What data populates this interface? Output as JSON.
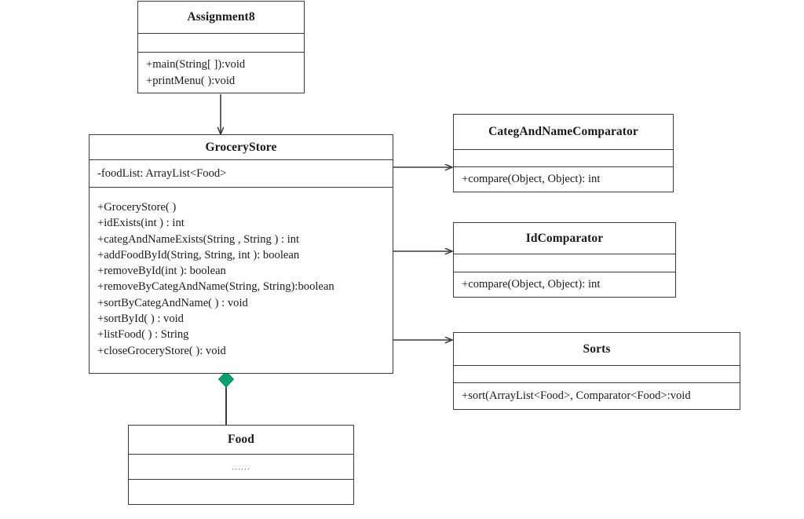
{
  "diagram": {
    "type": "uml-class-diagram",
    "background": "#ffffff",
    "line_color": "#3b3b3b",
    "composition_diamond_color": "#0da06a"
  },
  "classes": {
    "assignment8": {
      "name": "Assignment8",
      "attributes": [],
      "operations": [
        "+main(String[  ]):void",
        "+printMenu(  ):void"
      ]
    },
    "grocery_store": {
      "name": "GroceryStore",
      "attributes": [
        "-foodList:  ArrayList<Food>"
      ],
      "operations": [
        "+GroceryStore(  )",
        "+idExists(int   ) : int",
        "+categAndNameExists(String  , String  ) : int",
        "+addFoodById(String,  String,  int ): boolean",
        "+removeById(int  ): boolean",
        "+removeByCategAndName(String,  String):boolean",
        "+sortByCategAndName(  ) : void",
        "+sortById(  ) : void",
        "+listFood(  ) : String",
        "+closeGroceryStore(  ): void"
      ]
    },
    "categ_and_name_comparator": {
      "name": "CategAndNameComparator",
      "attributes": [],
      "operations": [
        "+compare(Object,  Object): int"
      ]
    },
    "id_comparator": {
      "name": "IdComparator",
      "attributes": [],
      "operations": [
        "+compare(Object,  Object): int"
      ]
    },
    "sorts": {
      "name": "Sorts",
      "attributes": [],
      "operations": [
        "+sort(ArrayList<Food>,  Comparator<Food>:void"
      ]
    },
    "food": {
      "name": "Food",
      "attributes": [
        "......"
      ],
      "operations": []
    }
  },
  "relationships": [
    {
      "name": "assignment8-uses-grocerystore",
      "from": "Assignment8",
      "to": "GroceryStore",
      "kind": "dependency-arrow"
    },
    {
      "name": "grocerystore-uses-categandnamecomparator",
      "from": "GroceryStore",
      "to": "CategAndNameComparator",
      "kind": "dependency-arrow"
    },
    {
      "name": "grocerystore-uses-idcomparator",
      "from": "GroceryStore",
      "to": "IdComparator",
      "kind": "dependency-arrow"
    },
    {
      "name": "grocerystore-uses-sorts",
      "from": "GroceryStore",
      "to": "Sorts",
      "kind": "dependency-arrow"
    },
    {
      "name": "grocerystore-composes-food",
      "from": "GroceryStore",
      "to": "Food",
      "kind": "composition"
    }
  ]
}
